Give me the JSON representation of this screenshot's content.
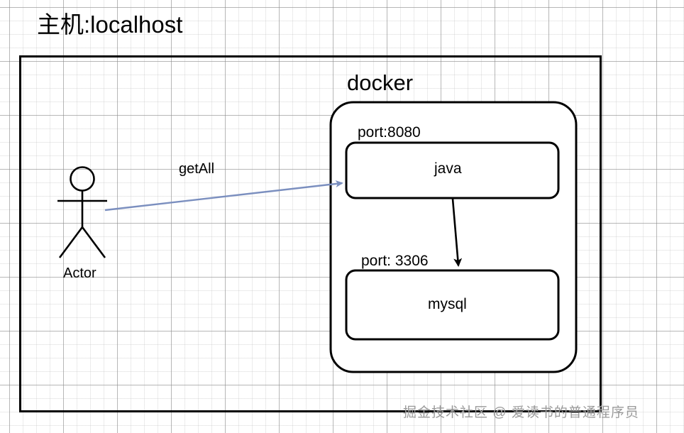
{
  "diagram": {
    "title": "主机:localhost",
    "host_box": {
      "label": "主机:localhost"
    },
    "docker": {
      "title": "docker",
      "containers": [
        {
          "name": "java",
          "port_label": "port:8080"
        },
        {
          "name": "mysql",
          "port_label": "port: 3306"
        }
      ]
    },
    "actor": {
      "label": "Actor"
    },
    "edges": [
      {
        "from": "Actor",
        "to": "java",
        "label": "getAll",
        "color": "#7b8fbf"
      },
      {
        "from": "java",
        "to": "mysql",
        "label": "",
        "color": "#000000"
      }
    ],
    "watermark": "掘金技术社区 @ 爱读书的普通程序员",
    "colors": {
      "stroke": "#000000",
      "arrow_blue": "#7b8fbf",
      "watermark": "#9a9a9a",
      "grid_minor": "#e8e8e8",
      "grid_major": "#c9c9c9",
      "background": "#ffffff"
    }
  }
}
